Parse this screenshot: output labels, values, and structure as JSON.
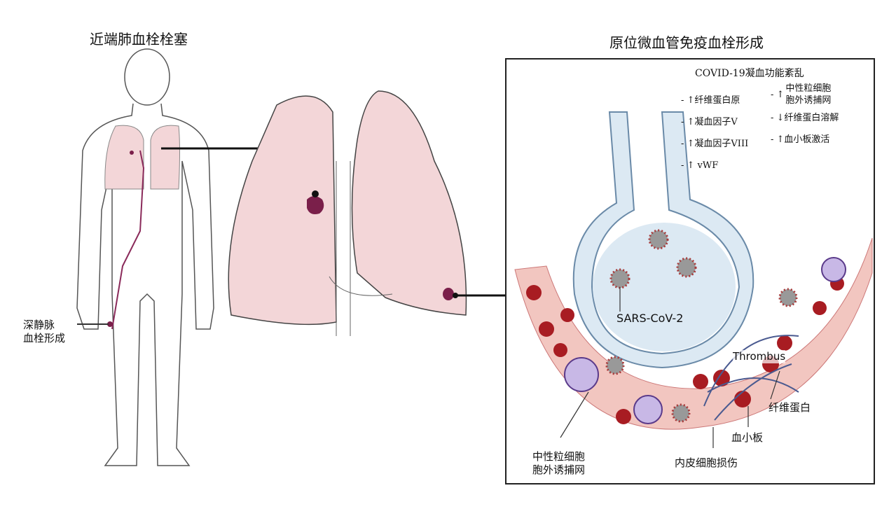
{
  "titles": {
    "left": "近端肺血栓栓塞",
    "right": "原位微血管免疫血栓形成"
  },
  "body_label": [
    "深静脉",
    "血栓形成"
  ],
  "box": {
    "heading": "COVID-19凝血功能紊乱",
    "left_items": [
      "- ↑纤维蛋白原",
      "- ↑凝血因子V",
      "- ↑凝血因子VIII",
      "- ↑ vWF"
    ],
    "right_items": [
      [
        "- ↑",
        "中性粒细胞",
        "胞外诱捕网"
      ],
      [
        "- ↓",
        "纤维蛋白溶解"
      ],
      [
        "- ↑",
        "血小板激活"
      ]
    ]
  },
  "labels": {
    "virus": "SARS-CoV-2",
    "thrombus": "Thrombus",
    "fibrin": "纤维蛋白",
    "platelet": "血小板",
    "endothelium": "内皮细胞损伤",
    "net": [
      "中性粒细胞",
      "胞外诱捕网"
    ]
  },
  "colors": {
    "lung": "#f3d6d8",
    "alveolus": "#dce9f3",
    "vessel": "#f2c6c0",
    "rbc": "#a81c22",
    "clot": "#7a1f4a"
  }
}
